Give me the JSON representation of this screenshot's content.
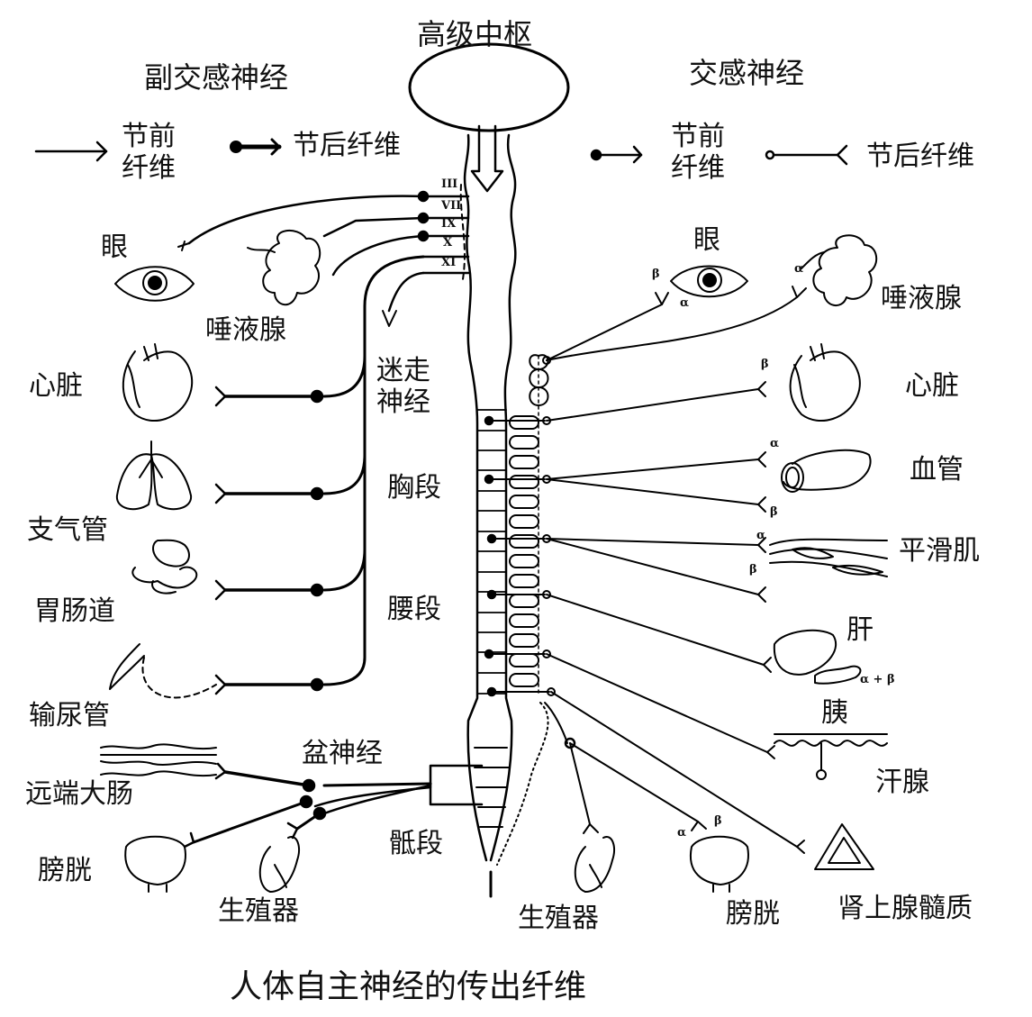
{
  "title": "人体自主神经的传出纤维",
  "center": {
    "higher_center": "高级中枢",
    "vagus": "迷走\n神经",
    "thoracic": "胸段",
    "lumbar": "腰段",
    "pelvic_nerve": "盆神经",
    "sacral": "骶段"
  },
  "parasympathetic": {
    "title": "副交感神经",
    "legend_pre": "节前\n纤维",
    "legend_post": "节后纤维",
    "cranial_nerves": [
      "III",
      "VII",
      "IX",
      "X",
      "XI"
    ],
    "organs": [
      "眼",
      "唾液腺",
      "心脏",
      "支气管",
      "胃肠道",
      "输尿管",
      "远端大肠",
      "膀胱",
      "生殖器"
    ]
  },
  "sympathetic": {
    "title": "交感神经",
    "legend_pre": "节前\n纤维",
    "legend_post": "节后纤维",
    "organs": [
      "眼",
      "唾液腺",
      "心脏",
      "血管",
      "平滑肌",
      "肝",
      "胰",
      "汗腺",
      "肾上腺髓质",
      "膀胱",
      "生殖器"
    ]
  },
  "receptors": {
    "alpha": "α",
    "beta": "β",
    "alpha_beta": "α + β"
  }
}
